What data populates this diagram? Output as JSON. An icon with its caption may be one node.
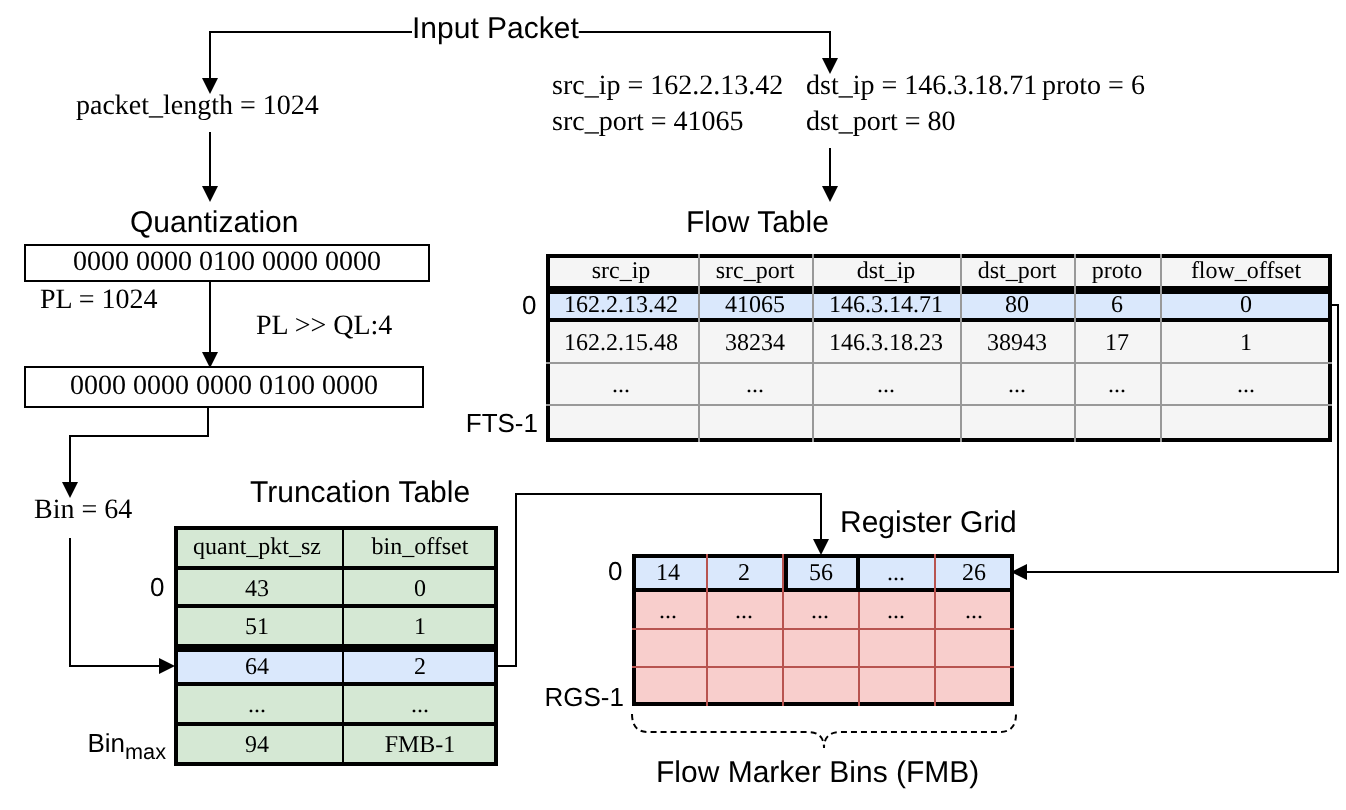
{
  "diagram": {
    "nodes": [
      {
        "text": [
          "Input Packet"
        ]
      },
      {
        "text": [
          "packet_length = 1024"
        ]
      },
      {
        "text": [
          "src_ip = 162.2.13.42",
          "src_port = 41065",
          "dst_ip = 146.3.18.71",
          "dst_port = 80",
          "proto = 6"
        ]
      },
      {
        "text": [
          "Quantization",
          "0000 0000 0100 0000 0000"
        ],
        "beside": [
          "PL = 1024"
        ]
      },
      {
        "text": [
          "0000 0000 0000 0100 0000"
        ]
      },
      {
        "text": [
          "Bin = 64"
        ]
      },
      {
        "text": [
          "Flow Table",
          "src_ip",
          "src_port",
          "dst_ip",
          "dst_port",
          "proto",
          "flow_offset",
          "162.2.15.48",
          "38234",
          "146.3.18.23",
          "38943",
          "17",
          "1",
          "...",
          "...",
          "...",
          "...",
          "...",
          "..."
        ],
        "beside": [
          "0",
          "FTS-1"
        ]
      },
      {
        "text": [
          "162.2.13.42",
          "41065",
          "146.3.14.71",
          "80",
          "6",
          "0"
        ],
        "in": 6
      },
      {
        "text": [
          "Truncation Table",
          "quant_pkt_sz",
          "bin_offset",
          "43",
          "0",
          "51",
          "1",
          "...",
          "...",
          "94",
          "FMB-1"
        ],
        "beside": [
          "0",
          "Bin$_{max}$"
        ]
      },
      {
        "text": [
          "64",
          "2"
        ],
        "in": 8
      },
      {
        "text": [
          "Register Grid",
          "...",
          "...",
          "...",
          "...",
          "..."
        ],
        "beside": [
          "0",
          "RGS-1"
        ]
      },
      {
        "text": [
          "14",
          "2",
          "...",
          "26"
        ],
        "in": 10
      },
      {
        "text": [
          "56"
        ],
        "in": 11
      }
    ],
    "edges": [
      {
        "from": 0,
        "to": 1,
        "arrow": "to"
      },
      {
        "from": 0,
        "to": 2,
        "arrow": "to"
      },
      {
        "from": 1,
        "to": 3,
        "arrow": "to"
      },
      {
        "from": 2,
        "to": 6,
        "arrow": "to"
      },
      {
        "from": 3,
        "to": 4,
        "arrow": "to",
        "label": "PL >> QL:4"
      },
      {
        "from": 4,
        "to": 5,
        "arrow": "to"
      },
      {
        "from": 5,
        "to": 9,
        "arrow": "to"
      },
      {
        "from": 9,
        "to": 12,
        "arrow": "to"
      },
      {
        "from": 7,
        "to": 11,
        "arrow": "to"
      }
    ],
    "labels": [
      "Flow Marker Bins (FMB)"
    ]
  }
}
